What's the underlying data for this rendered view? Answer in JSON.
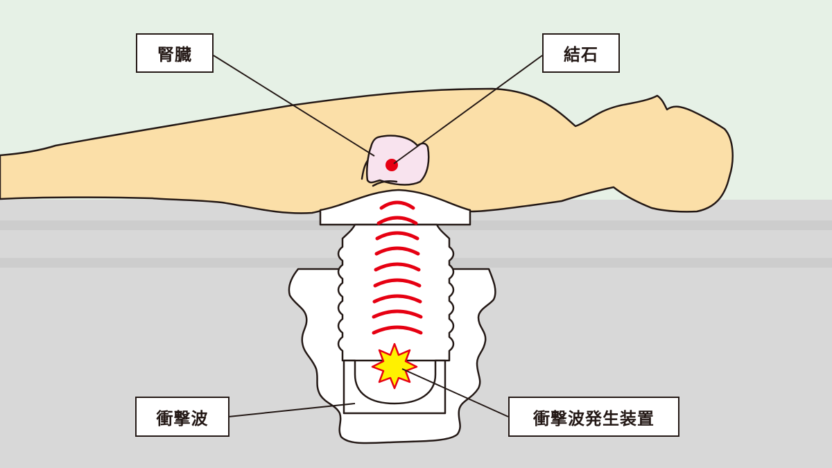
{
  "labels": {
    "kidney": "腎臓",
    "stone": "結石",
    "shockwave": "衝撃波",
    "generator": "衝撃波発生装置"
  },
  "colors": {
    "background": "#e6f1e6",
    "table": "#d8d8d8",
    "table_stripe": "#cdcdcd",
    "body": "#fbdfa8",
    "kidney": "#f8e3ee",
    "stone": "#e60012",
    "wave": "#e60012",
    "spark_fill": "#fff100",
    "spark_stroke": "#e60012",
    "outline": "#231815",
    "device": "#ffffff"
  }
}
